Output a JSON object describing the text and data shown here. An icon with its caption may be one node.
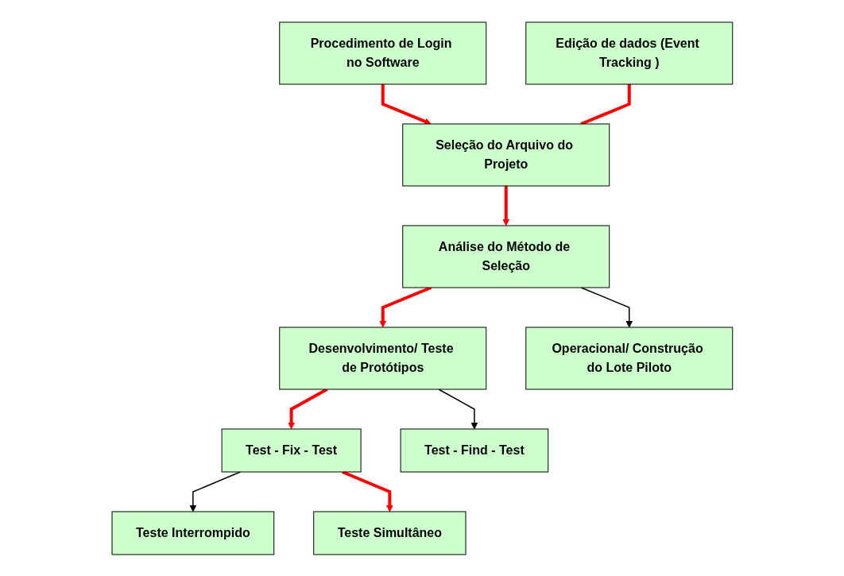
{
  "diagram": {
    "nodes": [
      {
        "text": [
          "Procedimento de Login no Software"
        ]
      },
      {
        "text": [
          "Edição de dados (Event Tracking )"
        ]
      },
      {
        "text": [
          "Seleção do Arquivo do Projeto"
        ]
      },
      {
        "text": [
          "Análise do Método de Seleção"
        ]
      },
      {
        "text": [
          "Desenvolvimento/ Teste de Protótipos"
        ]
      },
      {
        "text": [
          "Operacional/ Construção do Lote Piloto"
        ]
      },
      {
        "text": [
          "Test - Fix - Test"
        ]
      },
      {
        "text": [
          "Test - Find - Test"
        ]
      },
      {
        "text": [
          "Teste Interrompido"
        ]
      },
      {
        "text": [
          "Teste Simultâneo"
        ]
      }
    ],
    "edges": [
      {
        "from": 0,
        "to": 2,
        "arrow": "to"
      },
      {
        "from": 1,
        "to": 2,
        "arrow": "none"
      },
      {
        "from": 2,
        "to": 3,
        "arrow": "to"
      },
      {
        "from": 3,
        "to": 4,
        "arrow": "to"
      },
      {
        "from": 3,
        "to": 5,
        "arrow": "to",
        "color": "#000000"
      },
      {
        "from": 4,
        "to": 6,
        "arrow": "to"
      },
      {
        "from": 4,
        "to": 7,
        "arrow": "to",
        "color": "#000000"
      },
      {
        "from": 6,
        "to": 8,
        "arrow": "to",
        "color": "#000000"
      },
      {
        "from": 6,
        "to": 9,
        "arrow": "to"
      }
    ]
  }
}
